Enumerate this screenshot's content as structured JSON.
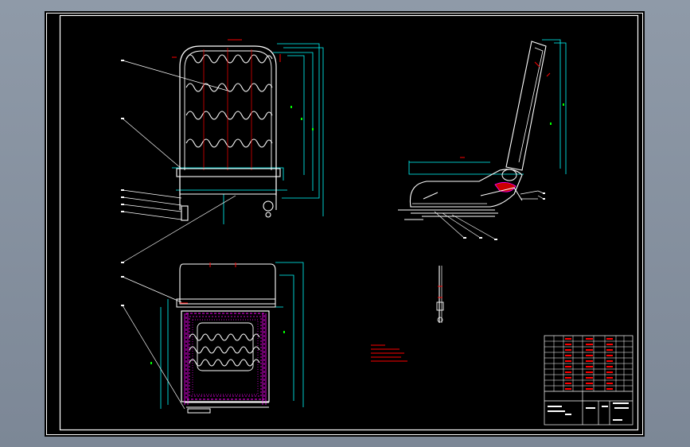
{
  "drawing": {
    "background": "#000000",
    "frame_color": "#ffffff",
    "dimension_color": "#00ffff",
    "outline_color": "#ffffff",
    "accent_color": "#ff0000",
    "hidden_color": "#ff00ff",
    "note_text_color": "#ff0000",
    "mark_color": "#00ff00"
  },
  "views": [
    {
      "id": "front-view",
      "kind": "seat-back-front"
    },
    {
      "id": "top-view",
      "kind": "seat-cushion-top"
    },
    {
      "id": "side-view",
      "kind": "seat-side"
    },
    {
      "id": "detail-view",
      "kind": "adjuster-detail"
    }
  ],
  "leaders": {
    "front_view_count": 6,
    "top_view_count": 3,
    "side_view_count": 5
  }
}
